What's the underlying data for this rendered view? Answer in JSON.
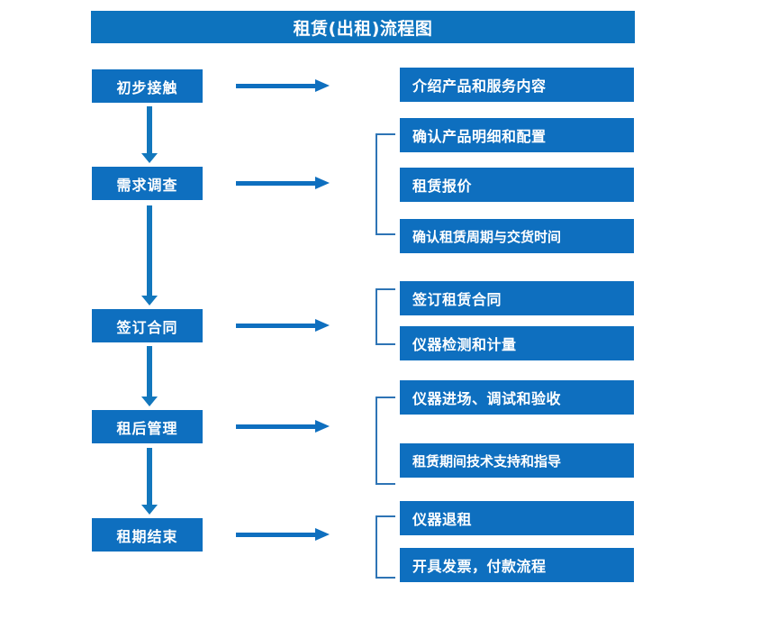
{
  "title": "租赁(出租)流程图",
  "colors": {
    "title_bar": "#0D73BE",
    "box_fill": "#0E6FBF",
    "arrow": "#0E6FBF",
    "bracket": "#2E74B5",
    "text": "#FFFFFF",
    "background": "#FFFFFF"
  },
  "stages": [
    {
      "label": "初步接触"
    },
    {
      "label": "需求调查"
    },
    {
      "label": "签订合同"
    },
    {
      "label": "租后管理"
    },
    {
      "label": "租期结束"
    }
  ],
  "details": [
    {
      "label": "介绍产品和服务内容"
    },
    {
      "label": "确认产品明细和配置"
    },
    {
      "label": "租赁报价"
    },
    {
      "label": "确认租赁周期与交货时间"
    },
    {
      "label": "签订租赁合同"
    },
    {
      "label": "仪器检测和计量"
    },
    {
      "label": "仪器进场、调试和验收"
    },
    {
      "label": "租赁期间技术支持和指导"
    },
    {
      "label": "仪器退租"
    },
    {
      "label": "开具发票，付款流程"
    }
  ],
  "groups": [
    {
      "stage": "初步接触",
      "details": [
        "介绍产品和服务内容"
      ],
      "bracketed": false
    },
    {
      "stage": "需求调查",
      "details": [
        "确认产品明细和配置",
        "租赁报价",
        "确认租赁周期与交货时间"
      ],
      "bracketed": true
    },
    {
      "stage": "签订合同",
      "details": [
        "签订租赁合同",
        "仪器检测和计量"
      ],
      "bracketed": true
    },
    {
      "stage": "租后管理",
      "details": [
        "仪器进场、调试和验收",
        "租赁期间技术支持和指导"
      ],
      "bracketed": true
    },
    {
      "stage": "租期结束",
      "details": [
        "仪器退租",
        "开具发票，付款流程"
      ],
      "bracketed": true
    }
  ]
}
